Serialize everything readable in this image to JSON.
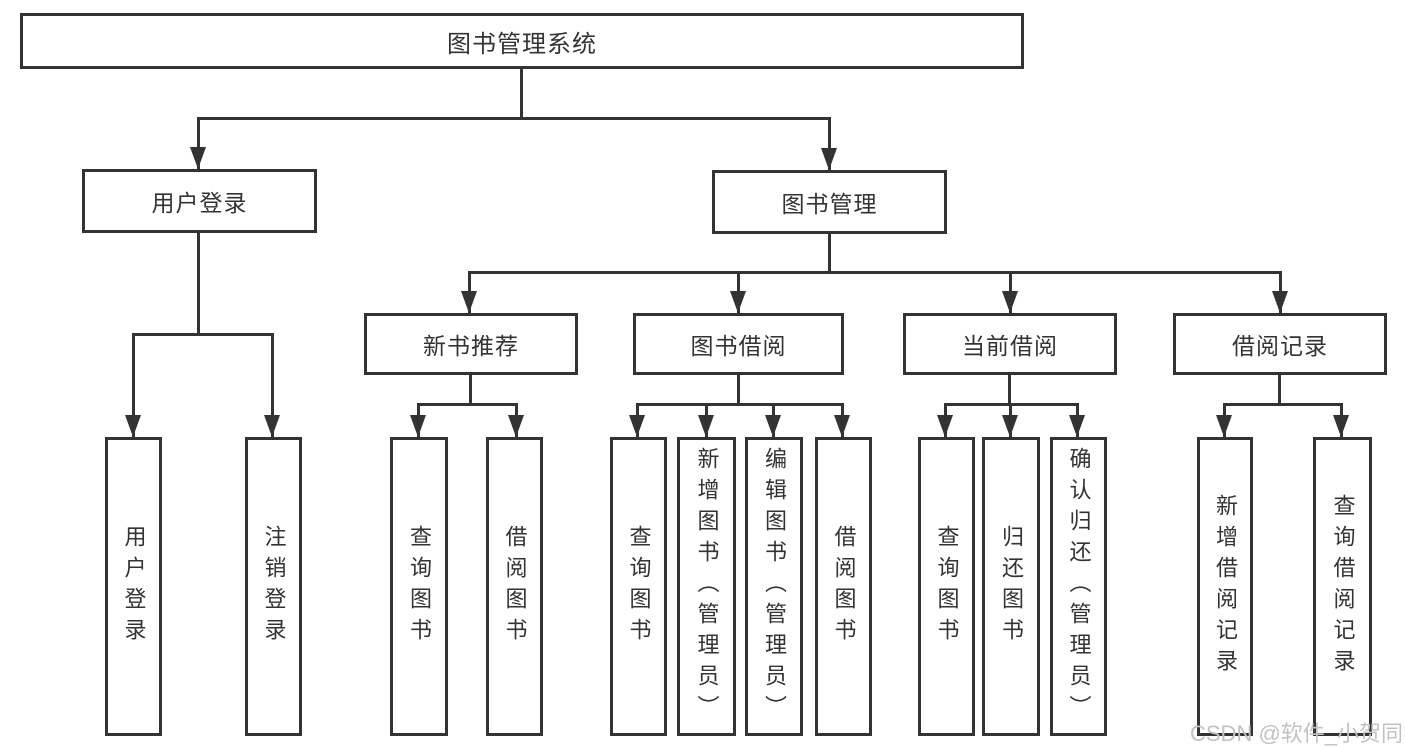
{
  "tree": {
    "root": "图书管理系统",
    "branches": [
      {
        "label": "用户登录",
        "children": [
          "用户登录",
          "注销登录"
        ]
      },
      {
        "label": "图书管理",
        "children": [
          {
            "label": "新书推荐",
            "children": [
              "查询图书",
              "借阅图书"
            ]
          },
          {
            "label": "图书借阅",
            "children": [
              "查询图书",
              "新增图书（管理员）",
              "编辑图书（管理员）",
              "借阅图书"
            ]
          },
          {
            "label": "当前借阅",
            "children": [
              "查询图书",
              "归还图书",
              "确认归还（管理员）"
            ]
          },
          {
            "label": "借阅记录",
            "children": [
              "新增借阅记录",
              "查询借阅记录"
            ]
          }
        ]
      }
    ]
  },
  "watermark": "CSDN @软件_小贺同学",
  "colors": {
    "line": "#333333",
    "text": "#333333",
    "background": "#ffffff",
    "watermark": "#c2c2c2"
  }
}
